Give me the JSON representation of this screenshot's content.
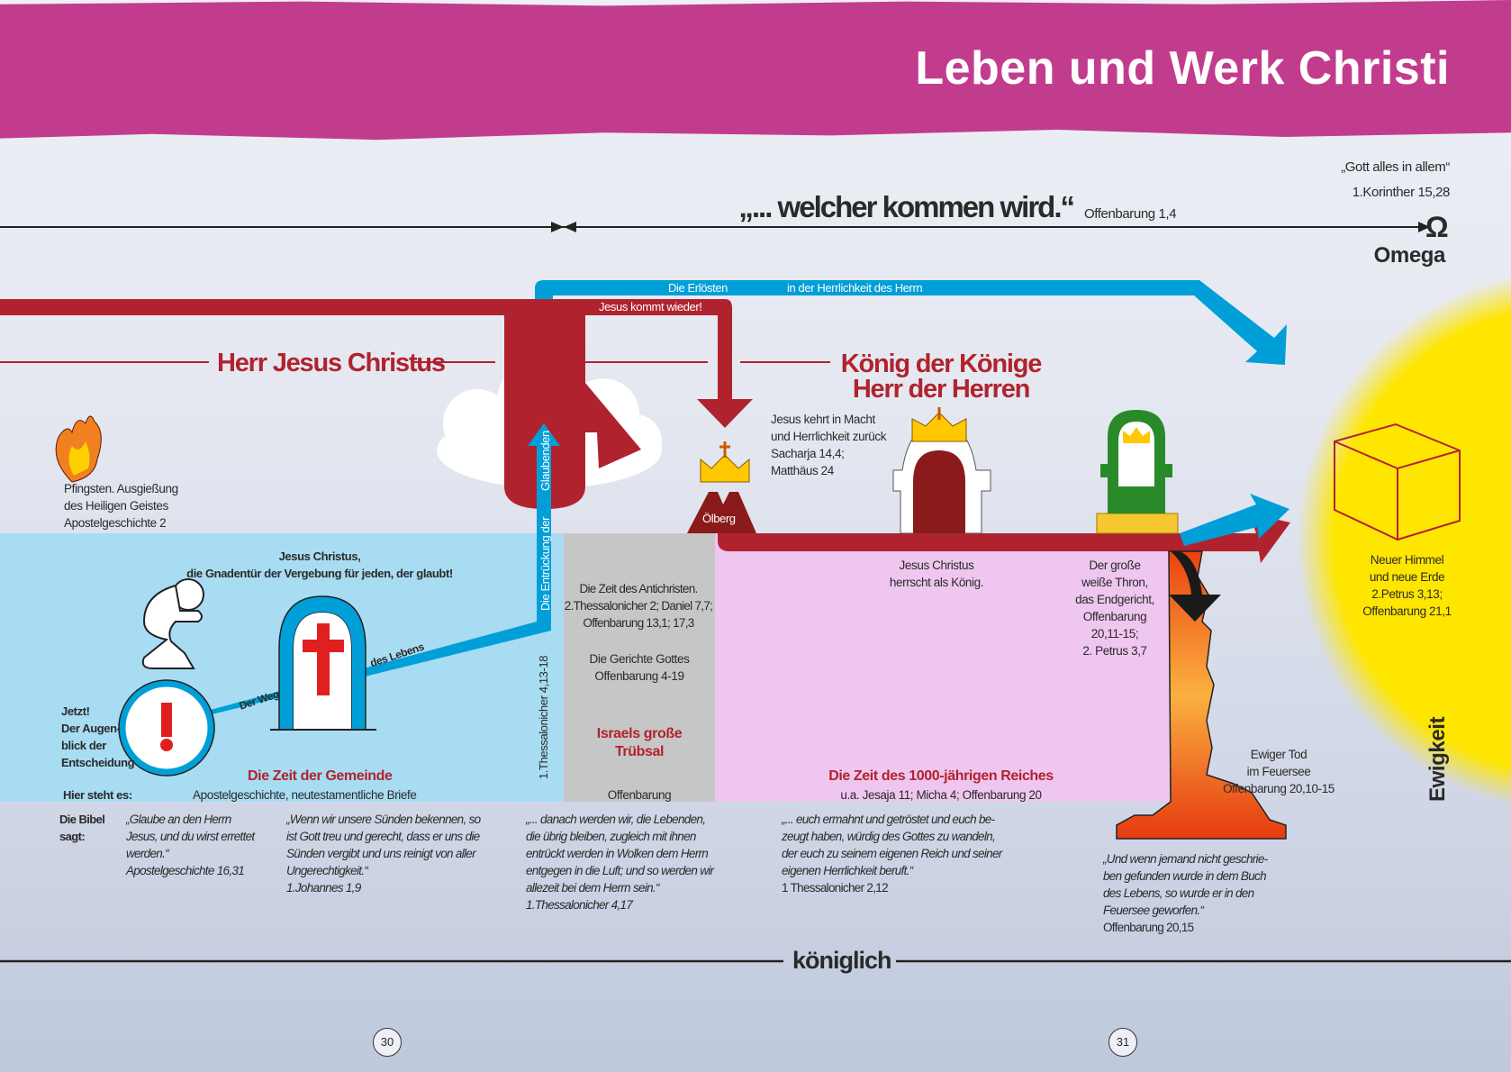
{
  "title": "Leben und Werk Christi",
  "top": {
    "quote": "„... welcher kommen wird.“",
    "quote_ref": "Offenbarung 1,4",
    "gott": "„Gott alles in allem“",
    "gott_ref": "1.Korinther 15,28",
    "omega_symbol": "Ω",
    "omega": "Omega"
  },
  "arrows": {
    "erloesten": "Die Erlösten",
    "herrlichkeit": "in der Herrlichkeit des Herrn",
    "kommt": "Jesus kommt wieder!",
    "glaubenden": "Glaubenden",
    "entrueckung": "Die Entrückung der",
    "thess_ref": "1.Thessalonicher 4,13-18",
    "der_weg": "Der Weg",
    "des_lebens": "des Lebens",
    "oelberg": "Ölberg"
  },
  "headings": {
    "herr": "Herr Jesus Christus",
    "koenig1": "König der Könige",
    "koenig2": "Herr der Herren"
  },
  "pfingsten": [
    "Pfingsten. Ausgießung",
    "des Heiligen Geistes",
    "Apostelgeschichte 2"
  ],
  "wiederkunft": [
    "Jesus kehrt in Macht",
    "und Herrlichkeit zurück",
    "Sacharja 14,4;",
    "Matthäus 24"
  ],
  "gemeinde": {
    "gnadentuer1": "Jesus Christus,",
    "gnadentuer2": "die Gnadentür der Vergebung für jeden, der glaubt!",
    "jetzt": [
      "Jetzt!",
      "Der Augen-",
      "blick der",
      "Entscheidung"
    ],
    "title": "Die Zeit der Gemeinde",
    "ref": "Apostelgeschichte, neutestamentliche Briefe"
  },
  "hier_steht": "Hier steht es:",
  "trübsal": {
    "antichrist": [
      "Die Zeit des Antichristen.",
      "2.Thessalonicher 2; Daniel 7,7;",
      "Offenbarung 13,1; 17,3"
    ],
    "gerichte": [
      "Die Gerichte Gottes",
      "Offenbarung 4-19"
    ],
    "title": [
      "Israels große",
      "Trübsal"
    ],
    "ref": "Offenbarung"
  },
  "reich": {
    "herrscht": [
      "Jesus Christus",
      "herrscht als König."
    ],
    "title": "Die Zeit des 1000-jährigen Reiches",
    "ref": "u.a. Jesaja 11; Micha 4; Offenbarung 20"
  },
  "thron": [
    "Der große",
    "weiße Thron,",
    "das Endgericht,",
    "Offenbarung",
    "20,11-15;",
    "2. Petrus 3,7"
  ],
  "himmel": [
    "Neuer Himmel",
    "und neue Erde",
    "2.Petrus 3,13;",
    "Offenbarung 21,1"
  ],
  "tod": [
    "Ewiger Tod",
    "im Feuersee",
    "Offenbarung 20,10-15"
  ],
  "ewigkeit": "Ewigkeit",
  "bibel": {
    "label1": "Die Bibel",
    "label2": "sagt:",
    "q1": [
      "„Glaube an den Herrn",
      "Jesus, und du wirst errettet",
      "werden.“",
      "Apostelgeschichte 16,31"
    ],
    "q2": [
      "„Wenn wir unsere Sünden bekennen, so",
      "ist Gott treu und gerecht, dass er uns die",
      "Sünden vergibt und uns reinigt von aller",
      "Ungerechtigkeit.“",
      "1.Johannes 1,9"
    ],
    "q3": [
      "„... danach werden wir, die Lebenden,",
      "die übrig bleiben, zugleich mit ihnen",
      "entrückt werden in Wolken dem Herrn",
      "entgegen in die Luft; und so werden wir",
      "allezeit bei dem Herrn sein.“",
      "1.Thessalonicher 4,17"
    ],
    "q4": [
      "„... euch ermahnt und getröstet und euch be-",
      "zeugt haben, würdig des Gottes zu wandeln,",
      "der euch zu seinem eigenen Reich und seiner",
      "eigenen Herrlichkeit beruft.“",
      "1 Thessalonicher 2,12"
    ],
    "q5": [
      "„Und wenn jemand nicht geschrie-",
      "ben gefunden wurde in dem Buch",
      "des Lebens, so wurde er in den",
      "Feuersee geworfen.“",
      "Offenbarung 20,15"
    ]
  },
  "koeniglich": "königlich",
  "pages": [
    "30",
    "31"
  ],
  "colors": {
    "magenta": "#c23c8e",
    "red": "#b0232e",
    "blue": "#009fd8",
    "yellow": "#ffe600",
    "pink": "#efc6ef",
    "lightblue": "#a8dcf2",
    "gray": "#c6c6c6"
  }
}
